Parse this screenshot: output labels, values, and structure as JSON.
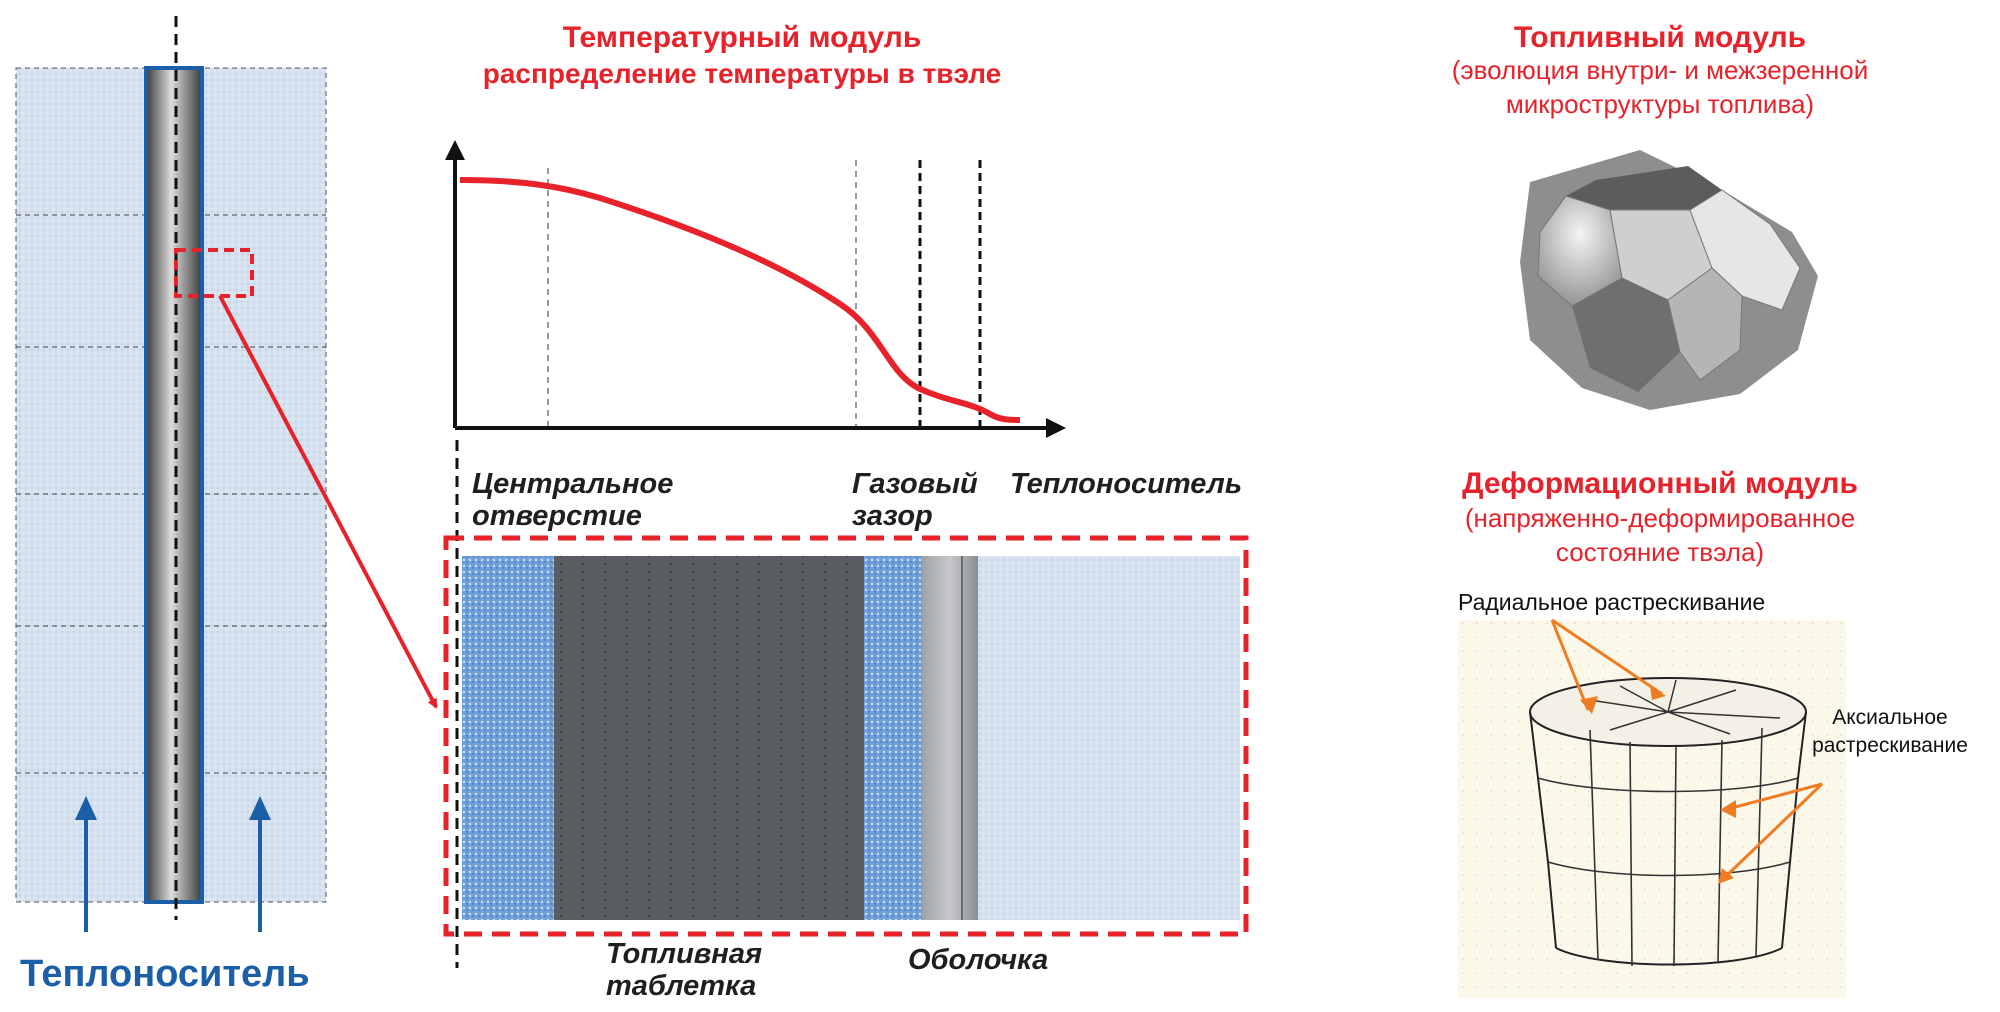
{
  "temperature_module": {
    "title": "Температурный модуль",
    "subtitle": "распределение температуры в твэле"
  },
  "fuel_module": {
    "title": "Топливный модуль",
    "subtitle_line1": "(эволюция внутри- и межзеренной",
    "subtitle_line2": "микроструктуры топлива)"
  },
  "deformation_module": {
    "title": "Деформационный модуль",
    "subtitle_line1": "(напряженно-деформированное",
    "subtitle_line2": "состояние твэла)",
    "annotation_radial": "Радиальное растрескивание",
    "annotation_axial_line1": "Аксиальное",
    "annotation_axial_line2": "растрескивание"
  },
  "labels": {
    "central_hole_line1": "Центральное",
    "central_hole_line2": "отверстие",
    "gas_gap_line1": "Газовый",
    "gas_gap_line2": "зазор",
    "coolant_top": "Теплоноситель",
    "fuel_pellet_line1": "Топливная",
    "fuel_pellet_line2": "таблетка",
    "cladding": "Оболочка",
    "coolant_bottom": "Теплоноситель"
  },
  "colors": {
    "accent_red": "#e8222a",
    "coolant_blue": "#1b5fa8",
    "fuel_gray": "#5a5e62",
    "light_blue": "#d5e1ee",
    "medium_blue": "#6e9fd8"
  }
}
